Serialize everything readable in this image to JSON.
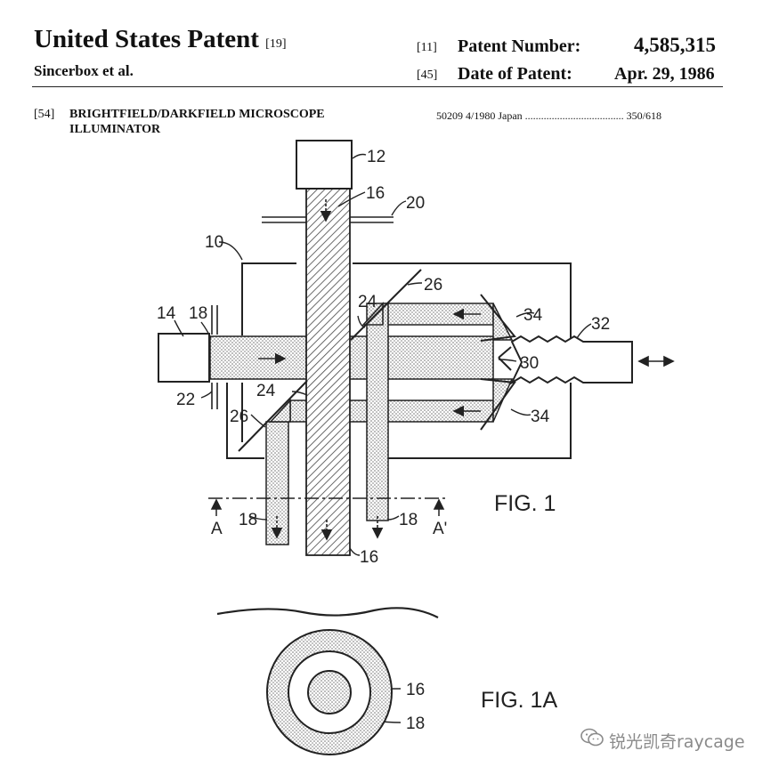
{
  "header": {
    "title": "United States Patent",
    "title_code": "[19]",
    "authors": "Sincerbox et al.",
    "patent_number_code": "[11]",
    "patent_number_label": "Patent Number:",
    "patent_number": "4,585,315",
    "date_code": "[45]",
    "date_label": "Date of Patent:",
    "date": "Apr. 29, 1986"
  },
  "abstract": {
    "field_code": "[54]",
    "title_line1": "BRIGHTFIELD/DARKFIELD MICROSCOPE",
    "title_line2": "ILLUMINATOR",
    "citation": "50209   4/1980   Japan ..................................... 350/618"
  },
  "figure": {
    "caption_fig1": "FIG. 1",
    "caption_fig1a": "FIG. 1A",
    "labels": {
      "n10": "10",
      "n12": "12",
      "n14": "14",
      "n16": "16",
      "n18": "18",
      "n20": "20",
      "n22": "22",
      "n24": "24",
      "n26": "26",
      "n30": "30",
      "n32": "32",
      "n34": "34",
      "a": "A",
      "a_prime": "A'"
    }
  },
  "watermark": {
    "text": "锐光凯奇raycage",
    "icon": "wechat-icon"
  }
}
